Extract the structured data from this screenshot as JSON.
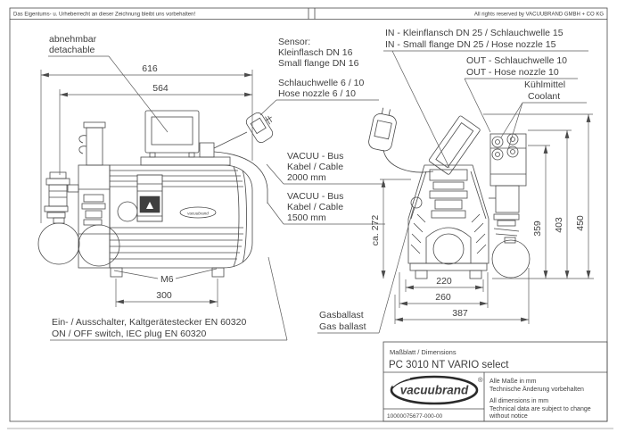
{
  "frame": {
    "copyright_de": "Das Eigentums- u. Urheberrecht an dieser Zeichnung bleibt uns vorbehalten!",
    "rights_en": "All rights reserved by VACUUBRAND GMBH + CO KG"
  },
  "side_view": {
    "detachable": {
      "de": "abnehmbar",
      "en": "detachable"
    },
    "sensor": {
      "title": "Sensor:",
      "de": "Kleinflasch DN 16",
      "en": "Small flange DN 16"
    },
    "nozzle": {
      "de": "Schlauchwelle 6 / 10",
      "en": "Hose nozzle 6 / 10"
    },
    "bus_cable_2000": {
      "l1": "VACUU - Bus",
      "l2": "Kabel / Cable",
      "l3": "2000 mm"
    },
    "bus_cable_1500": {
      "l1": "VACUU - Bus",
      "l2": "Kabel / Cable",
      "l3": "1500 mm"
    },
    "thread": "M6",
    "switch": {
      "de": "Ein- / Ausschalter, Kaltgerätestecker EN 60320",
      "en": "ON / OFF switch, IEC plug EN 60320"
    },
    "dim_616": "616",
    "dim_564": "564",
    "dim_300": "300",
    "badge": "vacuubrand"
  },
  "front_view": {
    "inlet": {
      "de": "IN - Kleinflansch DN 25 / Schlauchwelle 15",
      "en": "IN - Small flange DN 25 / Hose nozzle 15"
    },
    "outlet": {
      "de": "OUT - Schlauchwelle 10",
      "en": "OUT - Hose nozzle 10"
    },
    "coolant": {
      "de": "Kühlmittel",
      "en": "Coolant"
    },
    "gas_ballast": {
      "de": "Gasballast",
      "en": "Gas ballast"
    },
    "dim_depth": "ca. 272",
    "dim_359": "359",
    "dim_403": "403",
    "dim_450": "450",
    "dim_220": "220",
    "dim_260": "260",
    "dim_387": "387"
  },
  "title_block": {
    "sheet": "Maßblatt / Dimensions",
    "product": "PC 3010 NT VARIO select",
    "brand": "vacuubrand",
    "registered": "®",
    "doc_number": "10000075677-000-00",
    "notes_de": [
      "Alle Maße in mm",
      "Technische Änderung vorbehalten"
    ],
    "notes_en": [
      "All dimensions in mm",
      "Technical data are subject to change",
      "without notice"
    ]
  },
  "colors": {
    "line": "#4a4a4a",
    "background": "#ffffff"
  }
}
